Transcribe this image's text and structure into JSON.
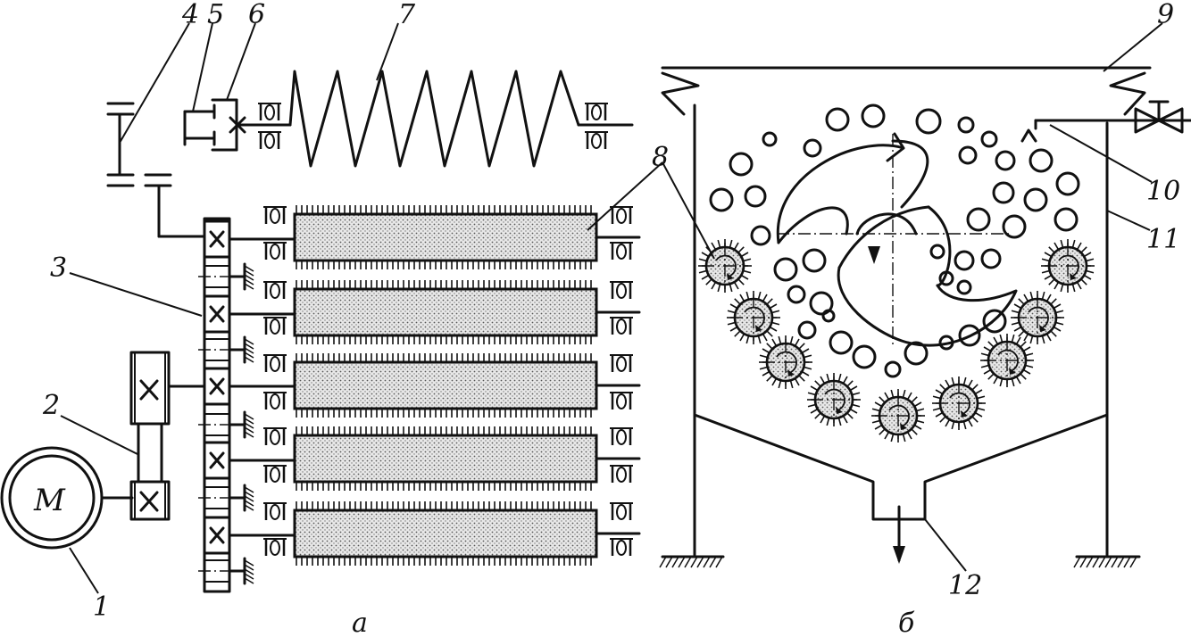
{
  "labels": {
    "n1": "1",
    "n2": "2",
    "n3": "3",
    "n4": "4",
    "n5": "5",
    "n6": "6",
    "n7": "7",
    "n8": "8",
    "n9": "9",
    "n10": "10",
    "n11": "11",
    "n12": "12",
    "motor": "M",
    "panel_a": "а",
    "panel_b": "б"
  },
  "icons": {
    "bearing": "bearing-icon",
    "valve": "valve-icon",
    "ground": "ground-hatch-icon"
  },
  "colors": {
    "line": "#111111",
    "roller_fill": "#e6e6e6",
    "background": "#ffffff"
  }
}
